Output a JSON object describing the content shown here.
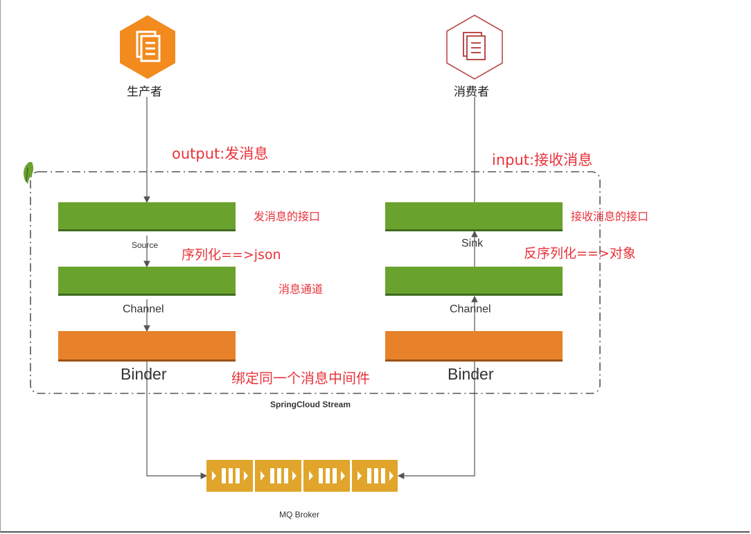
{
  "diagram": {
    "producer_label": "生产者",
    "consumer_label": "消费者",
    "output_note": "output:发消息",
    "input_note": "input:接收消息",
    "left": {
      "source_label": "Source",
      "source_note": "发消息的接口",
      "serialize_note": "序列化==>json",
      "channel_label": "Channel",
      "channel_note": "消息通道",
      "binder_label": "Binder",
      "binder_note": "绑定同一个消息中间件"
    },
    "right": {
      "sink_label": "Sink",
      "sink_note": "接收消息的接口",
      "deserialize_note": "反序列化==>对象",
      "channel_label": "Channel",
      "binder_label": "Binder"
    },
    "stream_label": "SpringCloud Stream",
    "broker_label": "MQ Broker"
  },
  "colors": {
    "green": "#6aa22e",
    "orange": "#e7822a",
    "note_red": "#e8323a",
    "producer_icon": "#f28a1e",
    "consumer_icon": "#c0392b",
    "broker": "#e0a52a"
  },
  "icons": {
    "producer": "document-hexagon-icon",
    "consumer": "document-hexagon-outline-icon",
    "broker": "queue-icon",
    "stream": "spring-leaf-icon"
  }
}
